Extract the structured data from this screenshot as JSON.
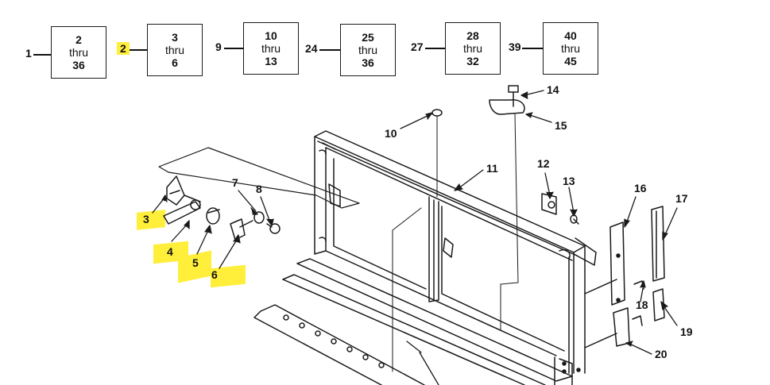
{
  "colors": {
    "highlight": "#ffee3a",
    "ink": "#1a1a1a",
    "background": "#ffffff"
  },
  "index_boxes": [
    {
      "lead": "1",
      "from": "2",
      "thru": "thru",
      "to": "36"
    },
    {
      "lead": "2",
      "from": "3",
      "thru": "thru",
      "to": "6"
    },
    {
      "lead": "9",
      "from": "10",
      "thru": "thru",
      "to": "13"
    },
    {
      "lead": "24",
      "from": "25",
      "thru": "thru",
      "to": "36"
    },
    {
      "lead": "27",
      "from": "28",
      "thru": "thru",
      "to": "32"
    },
    {
      "lead": "39",
      "from": "40",
      "thru": "thru",
      "to": "45"
    }
  ],
  "part_numbers": {
    "p3": "3",
    "p4": "4",
    "p5": "5",
    "p6": "6",
    "p7": "7",
    "p8": "8",
    "p10": "10",
    "p11": "11",
    "p12": "12",
    "p13": "13",
    "p14": "14",
    "p15": "15",
    "p16": "16",
    "p17": "17",
    "p18": "18",
    "p19": "19",
    "p20": "20"
  },
  "highlighted_callouts": [
    "2",
    "3",
    "4",
    "5",
    "6"
  ]
}
